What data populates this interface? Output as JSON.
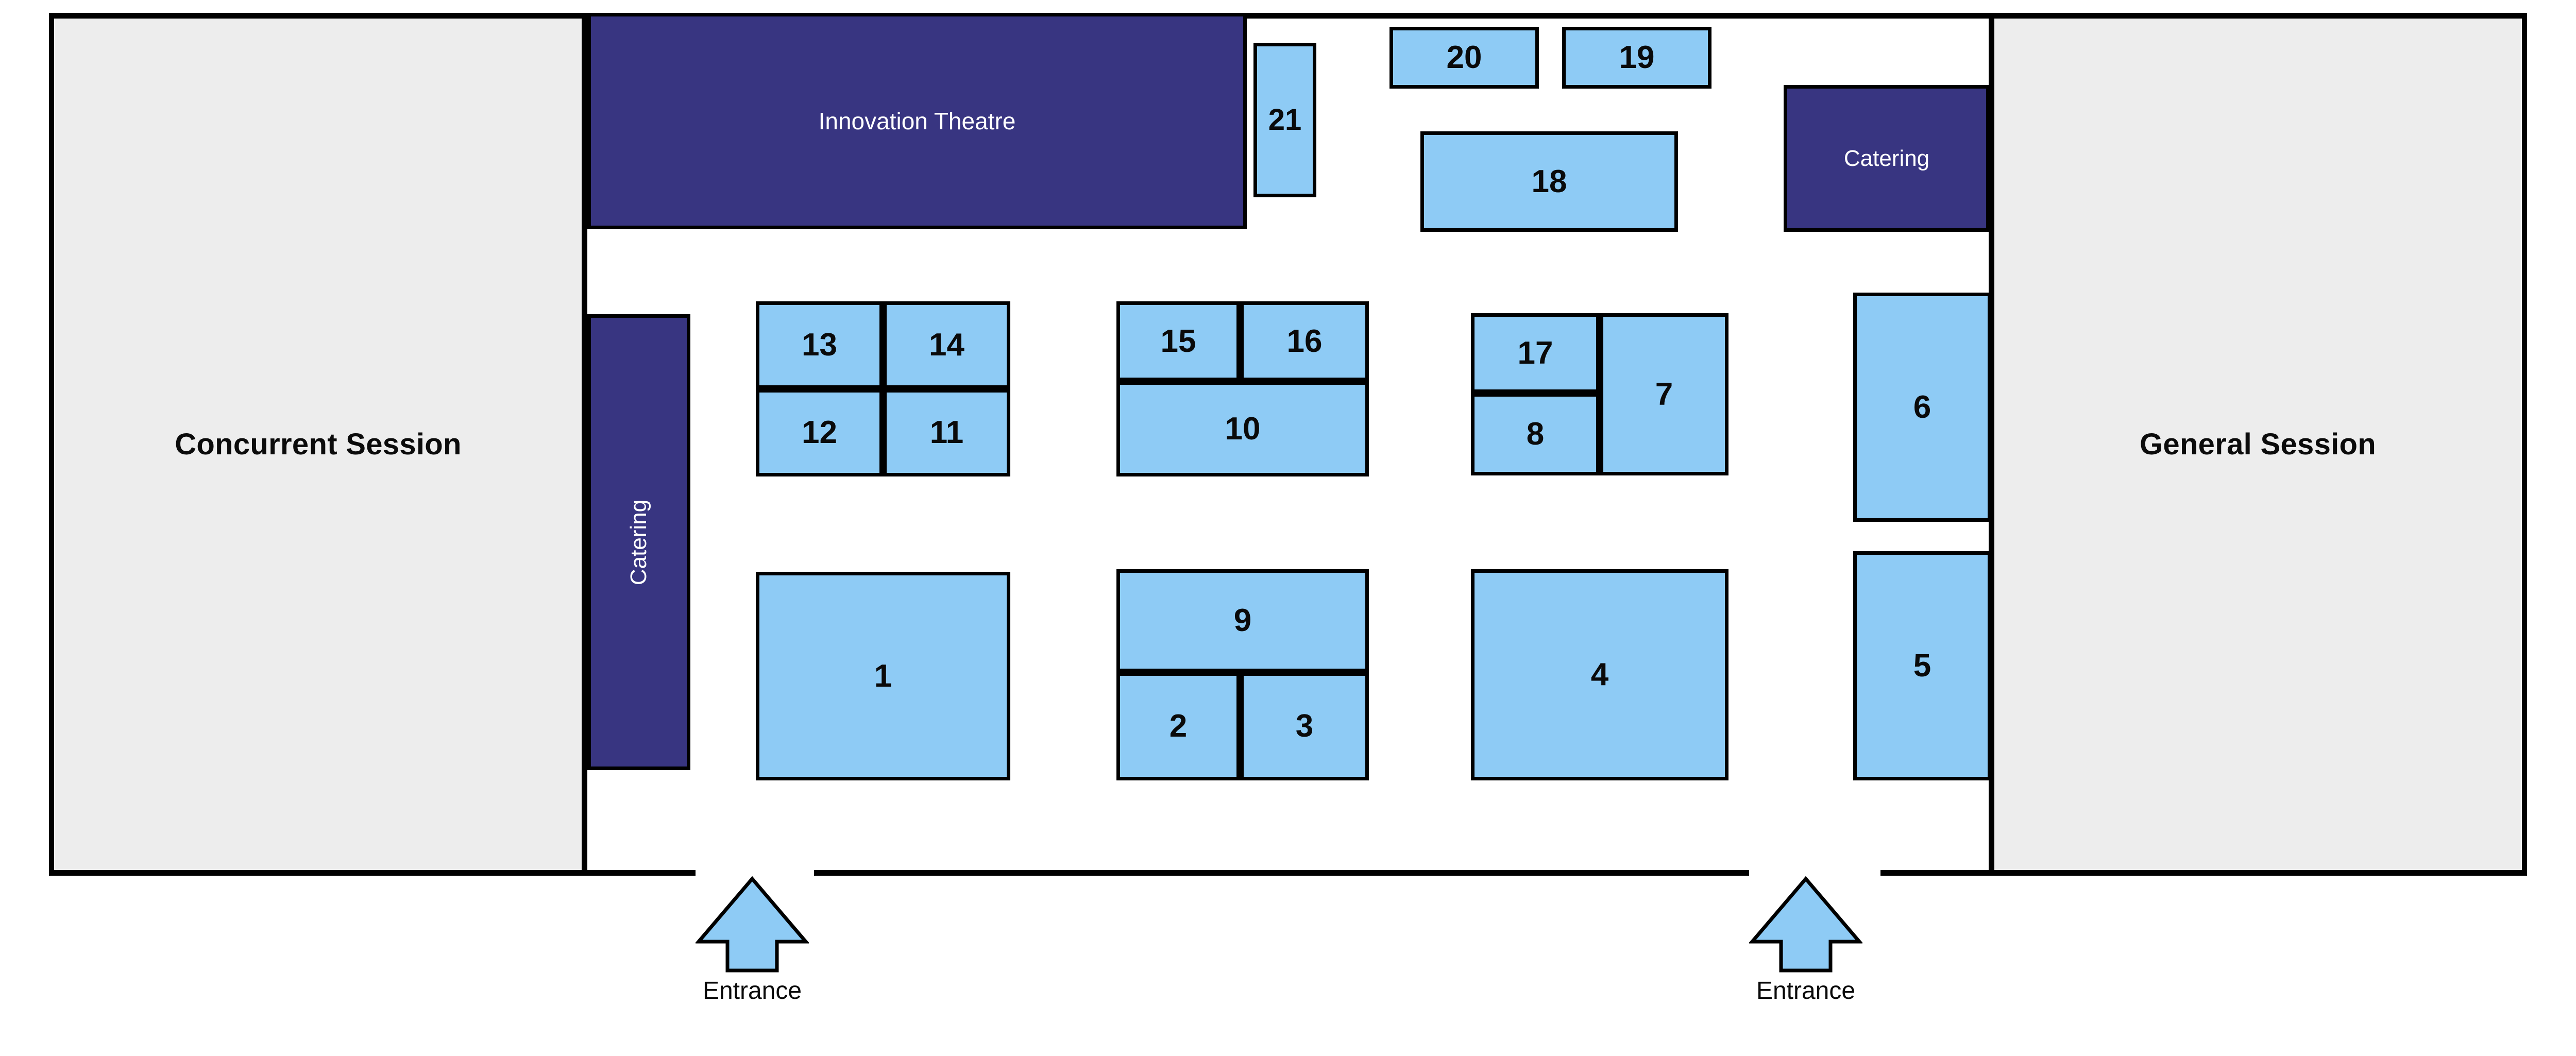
{
  "floorplan": {
    "colors": {
      "booth_fill": "#8ecbf5",
      "special_fill": "#383581",
      "session_fill": "#ededed",
      "stroke": "#000000",
      "special_text": "#ffffff"
    },
    "rooms": [
      {
        "id": "concurrent",
        "label": "Concurrent Session"
      },
      {
        "id": "general",
        "label": "General Session"
      }
    ],
    "special_areas": [
      {
        "id": "theatre",
        "label": "Innovation Theatre",
        "orientation": "horizontal"
      },
      {
        "id": "catering-left",
        "label": "Catering",
        "orientation": "vertical"
      },
      {
        "id": "catering-right",
        "label": "Catering",
        "orientation": "horizontal"
      }
    ],
    "booths": [
      {
        "id": "21",
        "label": "21"
      },
      {
        "id": "20",
        "label": "20"
      },
      {
        "id": "19",
        "label": "19"
      },
      {
        "id": "18",
        "label": "18"
      },
      {
        "id": "13",
        "label": "13"
      },
      {
        "id": "14",
        "label": "14"
      },
      {
        "id": "12",
        "label": "12"
      },
      {
        "id": "11",
        "label": "11"
      },
      {
        "id": "15",
        "label": "15"
      },
      {
        "id": "16",
        "label": "16"
      },
      {
        "id": "10",
        "label": "10"
      },
      {
        "id": "17",
        "label": "17"
      },
      {
        "id": "8",
        "label": "8"
      },
      {
        "id": "7",
        "label": "7"
      },
      {
        "id": "6",
        "label": "6"
      },
      {
        "id": "5",
        "label": "5"
      },
      {
        "id": "1",
        "label": "1"
      },
      {
        "id": "9",
        "label": "9"
      },
      {
        "id": "2",
        "label": "2"
      },
      {
        "id": "3",
        "label": "3"
      },
      {
        "id": "4",
        "label": "4"
      }
    ],
    "entrances": [
      {
        "id": "left",
        "label": "Entrance",
        "direction": "up"
      },
      {
        "id": "right",
        "label": "Entrance",
        "direction": "up"
      }
    ]
  }
}
